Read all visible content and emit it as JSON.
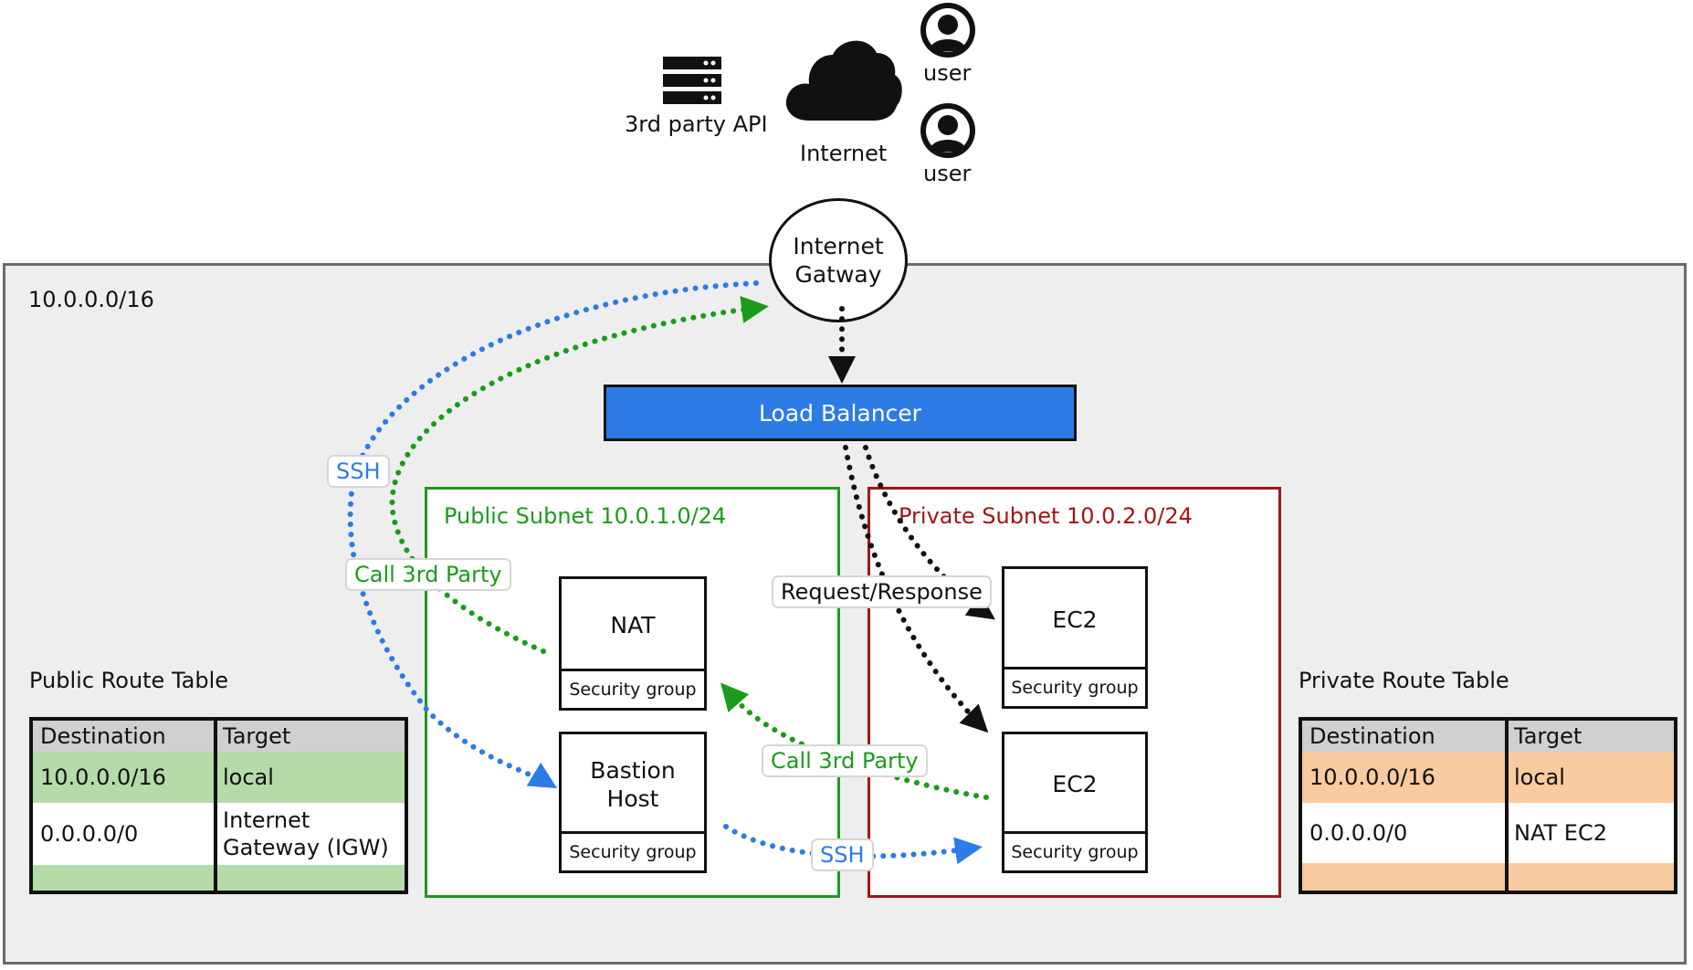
{
  "top": {
    "api_label": "3rd party API",
    "internet_label": "Internet",
    "user1_label": "user",
    "user2_label": "user"
  },
  "gateway": {
    "line1": "Internet",
    "line2": "Gatway"
  },
  "vpc": {
    "cidr": "10.0.0.0/16"
  },
  "load_balancer": {
    "label": "Load Balancer"
  },
  "public_subnet": {
    "label": "Public Subnet 10.0.1.0/24"
  },
  "private_subnet": {
    "label": "Private Subnet 10.0.2.0/24"
  },
  "nat": {
    "label": "NAT",
    "sg": "Security group"
  },
  "bastion": {
    "line1": "Bastion",
    "line2": "Host",
    "sg": "Security group"
  },
  "ec2_top": {
    "label": "EC2",
    "sg": "Security group"
  },
  "ec2_bottom": {
    "label": "EC2",
    "sg": "Security group"
  },
  "edge_labels": {
    "ssh_left": "SSH",
    "call_left": "Call 3rd Party",
    "request_response": "Request/Response",
    "call_middle": "Call 3rd Party",
    "ssh_bottom": "SSH"
  },
  "public_route_table": {
    "title": "Public Route Table",
    "headers": [
      "Destination",
      "Target"
    ],
    "rows": [
      [
        "10.0.0.0/16",
        "local"
      ],
      [
        "0.0.0.0/0",
        "Internet\nGateway (IGW)"
      ]
    ]
  },
  "private_route_table": {
    "title": "Private Route Table",
    "headers": [
      "Destination",
      "Target"
    ],
    "rows": [
      [
        "10.0.0.0/16",
        "local"
      ],
      [
        "0.0.0.0/0",
        "NAT EC2"
      ]
    ]
  },
  "colors": {
    "blue": "#2d7be5",
    "green": "#1a9c1a",
    "red": "#a31515",
    "public_table_fill": "#b5dba8",
    "private_table_fill": "#f9cba0",
    "header_fill": "#d0d0d0"
  },
  "icons": [
    "server-icon",
    "cloud-icon",
    "user-icon"
  ]
}
